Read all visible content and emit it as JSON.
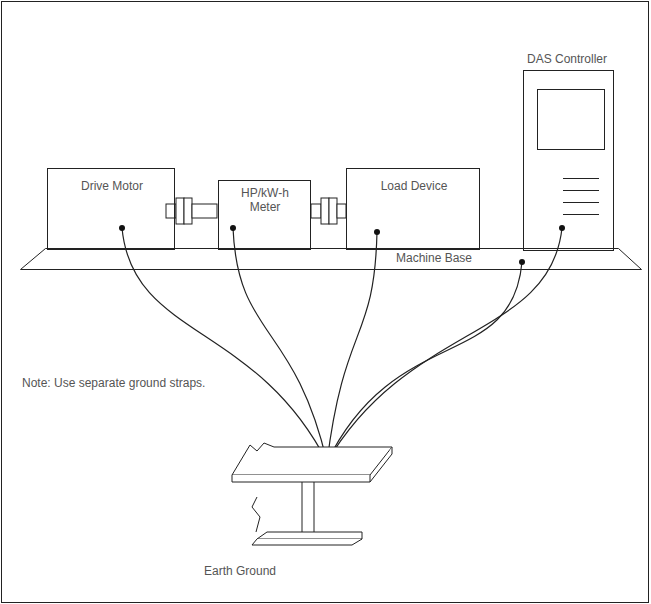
{
  "diagram": {
    "nodes": [
      {
        "text": [
          "Drive Motor"
        ]
      },
      {
        "text": [
          "HP/kW-h Meter"
        ]
      },
      {
        "text": [
          "Load Device"
        ]
      },
      {
        "text": [
          "DAS Controller"
        ]
      },
      {
        "text": [
          "Machine Base"
        ]
      },
      {
        "text": [
          "Earth Ground"
        ]
      }
    ],
    "edges": [
      {
        "from": 0,
        "to": 5,
        "arrow": "none"
      },
      {
        "from": 1,
        "to": 5,
        "arrow": "none"
      },
      {
        "from": 2,
        "to": 5,
        "arrow": "none"
      },
      {
        "from": 4,
        "to": 5,
        "arrow": "none"
      },
      {
        "from": 3,
        "to": 5,
        "arrow": "none"
      }
    ],
    "labels": [
      "Note:  Use separate ground straps."
    ]
  }
}
